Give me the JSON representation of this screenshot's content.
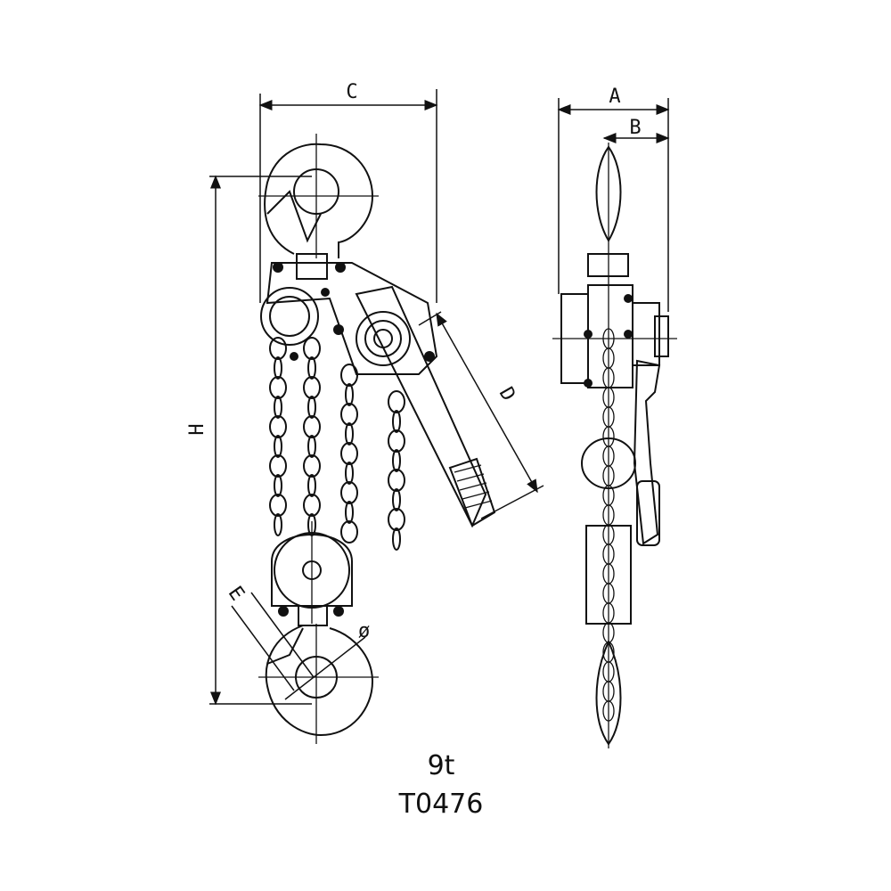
{
  "dimensions": {
    "A": "A",
    "B": "B",
    "C": "C",
    "D": "D",
    "E": "E",
    "H": "H",
    "phi": "ø"
  },
  "caption": {
    "capacity": "9t",
    "model": "T0476"
  },
  "colors": {
    "line": "#111111",
    "background": "#ffffff"
  }
}
